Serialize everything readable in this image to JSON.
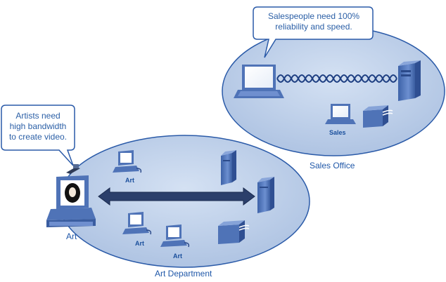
{
  "callouts": {
    "sales": {
      "line1": "Salespeople need 100%",
      "line2": "reliability and speed."
    },
    "art": {
      "line1": "Artists need",
      "line2": "high bandwidth",
      "line3": "to create video."
    }
  },
  "labels": {
    "sales_office": "Sales Office",
    "art_department": "Art Department",
    "art_workstation": "Art",
    "sales_laptop": "Sales",
    "art_pc_top": "Art",
    "art_pc_bottom_left": "Art",
    "art_pc_bottom_right": "Art"
  },
  "colors": {
    "ellipse_fill": "#b6c9e6",
    "ellipse_stroke": "#2a5aa8",
    "device_blue": "#4f73b7",
    "arrow_fill": "#2b3f6b",
    "callout_stroke": "#2a5aa8",
    "text_blue": "#1f57a8"
  }
}
